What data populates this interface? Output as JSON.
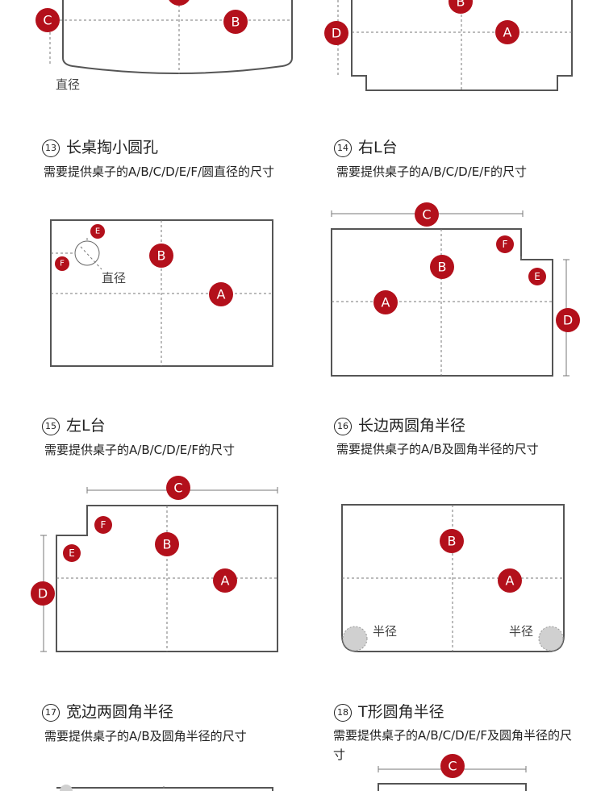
{
  "labels": {
    "diameter": "直径",
    "radius": "半径"
  },
  "sections": [
    {
      "id": "13",
      "num": "13",
      "title": "长桌掏小圆孔",
      "desc": "需要提供桌子的A/B/C/D/E/F/圆直径的尺寸"
    },
    {
      "id": "14",
      "num": "14",
      "title": "右L台",
      "desc": "需要提供桌子的A/B/C/D/E/F的尺寸"
    },
    {
      "id": "15",
      "num": "15",
      "title": "左L台",
      "desc": "需要提供桌子的A/B/C/D/E/F的尺寸"
    },
    {
      "id": "16",
      "num": "16",
      "title": "长边两圆角半径",
      "desc": "需要提供桌子的A/B及圆角半径的尺寸"
    },
    {
      "id": "17",
      "num": "17",
      "title": "宽边两圆角半径",
      "desc": "需要提供桌子的A/B及圆角半径的尺寸"
    },
    {
      "id": "18",
      "num": "18",
      "title": "T形圆角半径",
      "desc": "需要提供桌子的A/B/C/D/E/F及圆角半径的尺寸"
    }
  ],
  "markers": {
    "A": "A",
    "B": "B",
    "C": "C",
    "D": "D",
    "E": "E",
    "F": "F"
  },
  "colors": {
    "marker": "#b3101b",
    "outline": "#555555",
    "dash": "#777777",
    "corner": "#d0d0d0"
  }
}
